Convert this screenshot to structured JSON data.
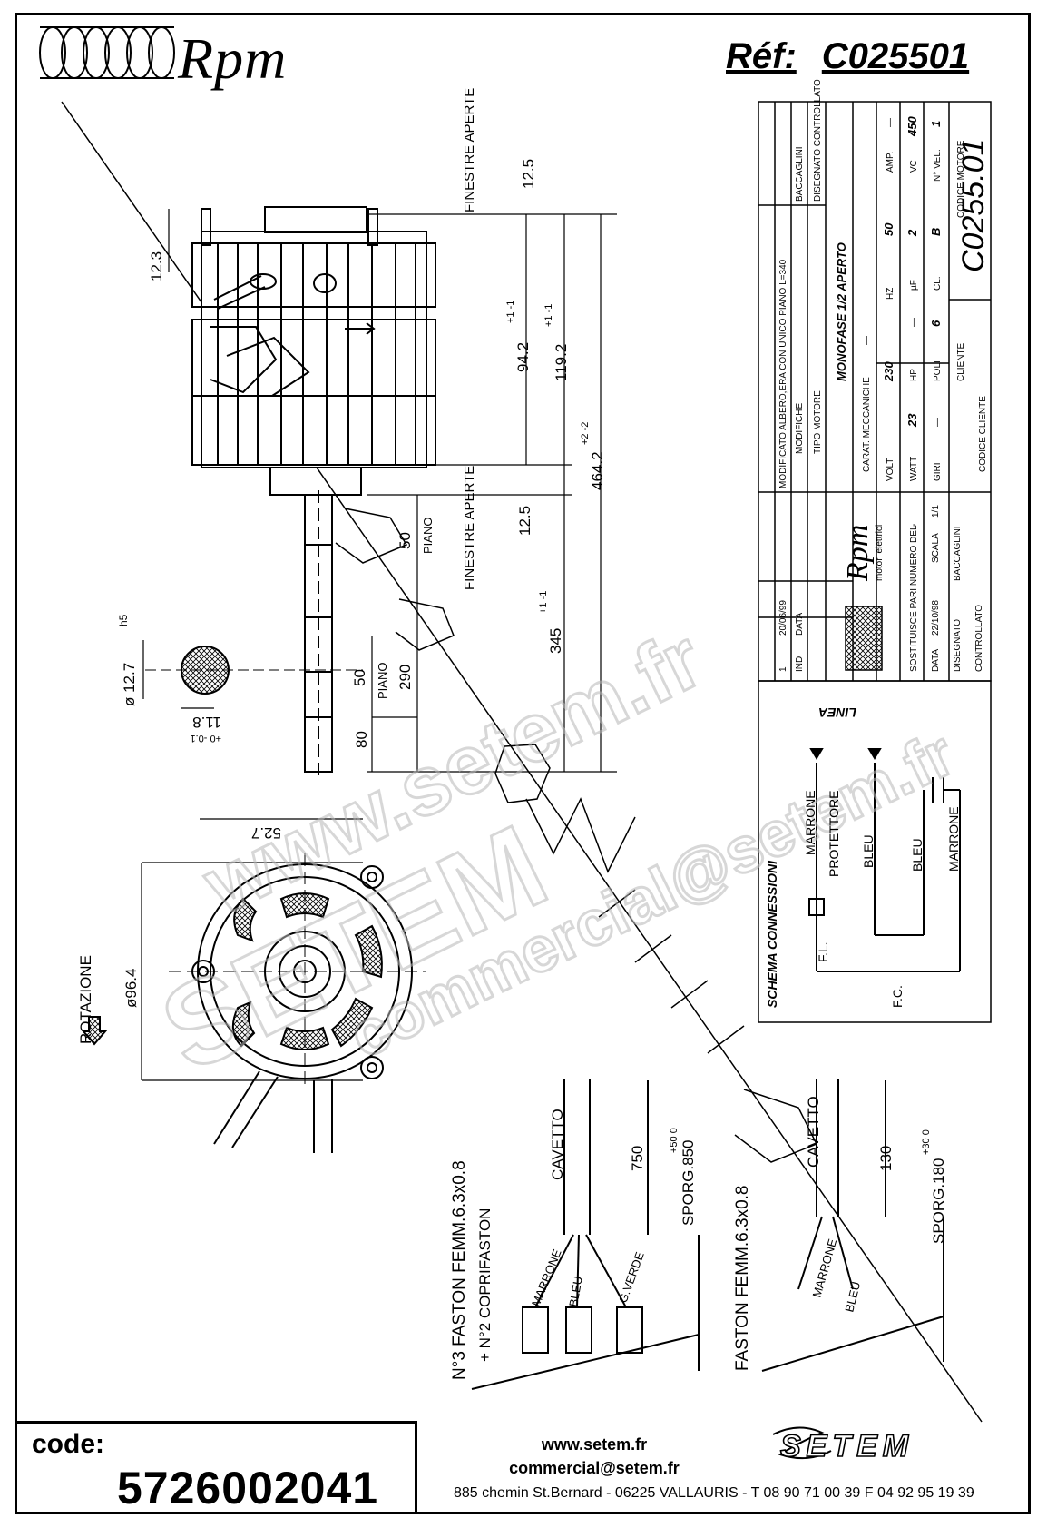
{
  "header": {
    "brand": "Rpm",
    "ref_label": "Réf:",
    "ref_value": "C025501"
  },
  "dimensions": {
    "d12_5_top": "12.5",
    "d12_3": "12.3",
    "d94_2": "94.2",
    "d94_tol": "+1 -1",
    "d119_2": "119.2",
    "d119_tol": "+1 -1",
    "d464_2": "464.2",
    "d464_tol": "+2 -2",
    "d12_5_bottom": "12.5",
    "d50_top": "50",
    "d50_mid": "50",
    "d290": "290",
    "d80": "80",
    "d345": "345",
    "d345_tol": "+1 -1",
    "shaft_diam": "ø 12.7",
    "shaft_tol": "h5",
    "flat": "11.8",
    "flat_tol": "+0 -0.1",
    "d52_7": "52.7",
    "d96_4": "ø96.4",
    "d750": "750",
    "d850": "SPORG.850",
    "d850_tol": "+50 0",
    "d130": "130",
    "d180": "SPORG.180",
    "d180_tol": "+30 0"
  },
  "labels": {
    "finestre_aperte_top": "FINESTRE APERTE",
    "finestre_aperte_bottom": "FINESTRE APERTE",
    "piano_top": "PIANO",
    "piano_mid": "PIANO",
    "rotazione": "ROTAZIONE",
    "cavetto_left": "CAVETTO",
    "cavetto_right": "CAVETTO",
    "faston_left_1": "N°3 FASTON FEMM.6.3x0.8",
    "faston_left_2": "+ N°2 COPRIFASTON",
    "faston_right": "FASTON FEMM.6.3x0.8",
    "wire_marrone_left": "MARRONE",
    "wire_bleu_left": "BLEU",
    "wire_gverde": "G.VERDE",
    "wire_marrone_right": "MARRONE",
    "wire_bleu_right": "BLEU"
  },
  "schema": {
    "title": "SCHEMA CONNESSIONI",
    "linea": "LINEA",
    "marrone": "MARRONE",
    "protettore": "PROTETTORE",
    "bleu_1": "BLEU",
    "bleu_2": "BLEU",
    "marrone_2": "MARRONE",
    "fl": "F.L.",
    "fc": "F.C."
  },
  "title_block": {
    "modifica_row": "MODIFICATO ALBERO,ERA CON UNICO PIANO L=340",
    "modifica_date": "20/06/99",
    "modifica_num": "1",
    "ind": "IND",
    "data": "DATA",
    "modifiche": "MODIFICHE",
    "baccaglini": "BACCAGLINI",
    "disegnato_controllato": "DISEGNATO CONTROLLATO",
    "tipo_motore_label": "TIPO MOTORE",
    "tipo_motore_value": "MONOFASE 1/2 APERTO",
    "carat_label": "CARAT. MECCANICHE",
    "carat_value": "—",
    "volt_label": "VOLT",
    "volt_value": "230",
    "hz_label": "HZ",
    "hz_value": "50",
    "amp_label": "AMP.",
    "amp_value": "—",
    "watt_label": "WATT",
    "watt_value": "23",
    "hp_label": "HP",
    "hp_value": "—",
    "uf_label": "µF",
    "uf_value": "2",
    "vc_label": "VC",
    "vc_value": "450",
    "giri_label": "GIRI",
    "giri_value": "—",
    "poli_label": "POLI",
    "poli_value": "6",
    "cl_label": "CL.",
    "cl_value": "B",
    "nvel_label": "N° VEL.",
    "nvel_value": "1",
    "codice_motore_label": "CODICE MOTORE",
    "codice_motore_value": "C0255.01",
    "cliente_label": "CLIENTE",
    "codice_cliente_label": "CODICE CLIENTE",
    "company": "Rpm",
    "company_sub": "motori elettrici",
    "sostituisce": "SOSTITUISCE PARI NUMERO DEL",
    "sostituisce_value": "-",
    "data_label": "DATA",
    "data_value": "22/10/98",
    "scala_label": "SCALA",
    "scala_value": "1/1",
    "disegnato_label": "DISEGNATO",
    "disegnato_value": "BACCAGLINI",
    "controllato_label": "CONTROLLATO"
  },
  "watermark": {
    "line1": "www.setem.fr",
    "line2": "SETEM",
    "line3": "commercial@setem.fr"
  },
  "footer": {
    "code_label": "code:",
    "code_value": "5726002041",
    "website": "www.setem.fr",
    "email": "commercial@setem.fr",
    "address": "885 chemin St.Bernard  -  06225 VALLAURIS  -  T 08 90 71 00 39   F 04 92 95 19 39",
    "brand": "SETEM"
  }
}
